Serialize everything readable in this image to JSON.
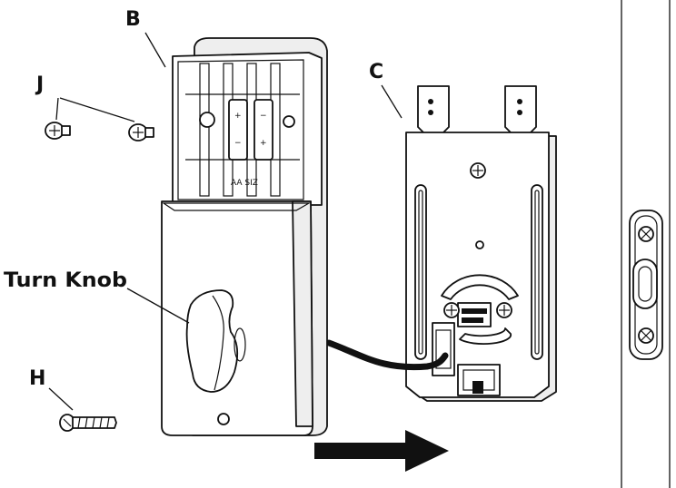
{
  "labels": {
    "b": "B",
    "c": "C",
    "j": "J",
    "h": "H",
    "turn_knob": "Turn Knob"
  },
  "battery_marks": {
    "size_text": "AA SIZ",
    "plus": "+",
    "minus": "−"
  },
  "colors": {
    "line": "#111111",
    "background": "#ffffff",
    "shade": "#eeeeee"
  }
}
